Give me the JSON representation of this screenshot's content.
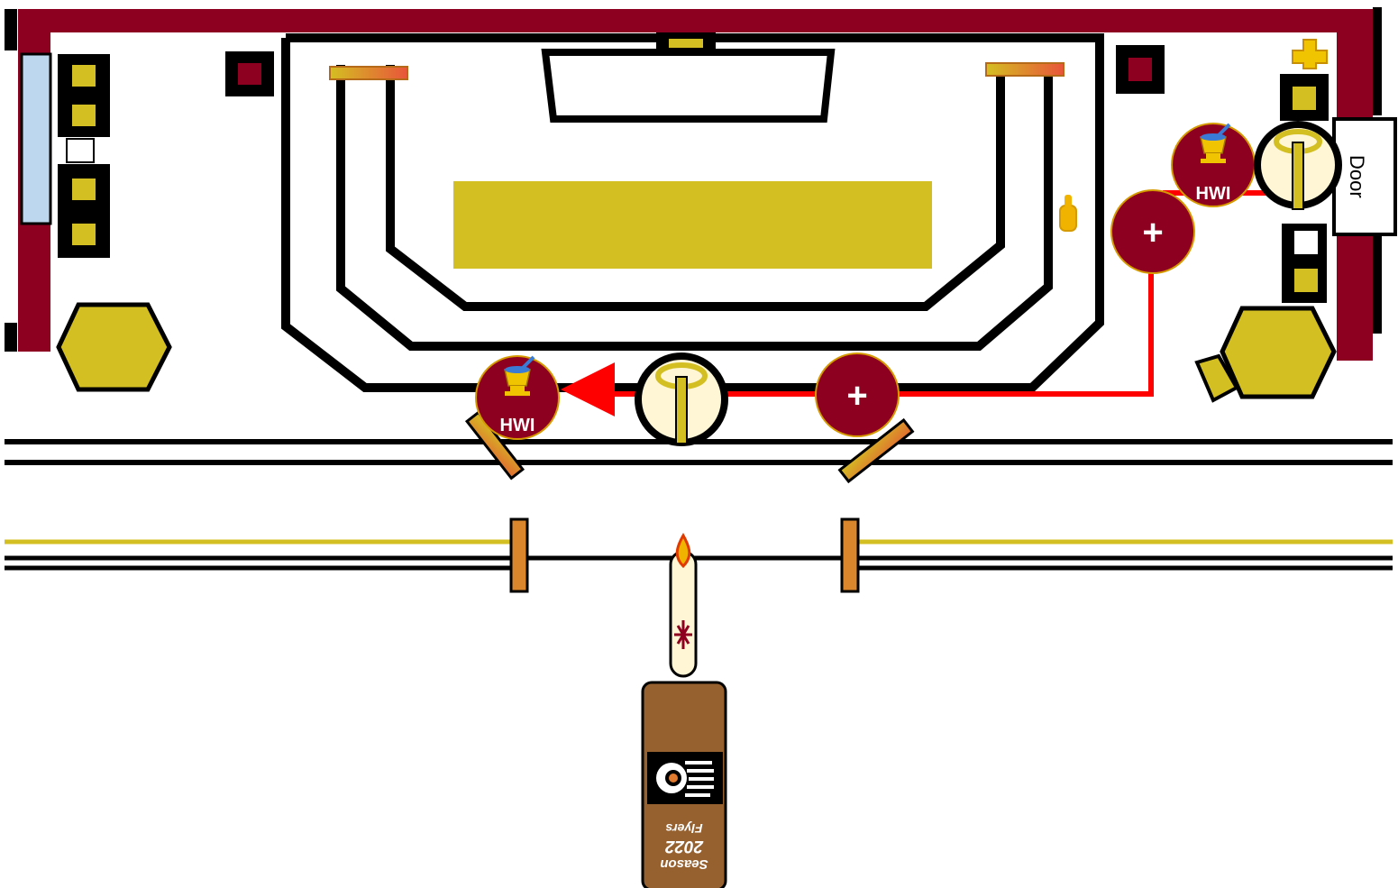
{
  "colors": {
    "wall": "#8e0020",
    "gold": "#d4bf22",
    "path": "#ff0000",
    "black": "#000000",
    "window": "#bdd7ee",
    "wood": "#96612f",
    "cream": "#fff6d5",
    "brass": "#d9962c"
  },
  "icons": {
    "holy_water": "bucket-aspergillum-icon",
    "cross_marker": "plus-circle-icon",
    "censer": "thurible-icon",
    "candle": "processional-candle-icon",
    "book": "book-of-gospels-icon",
    "logo": "flyers-logo-icon"
  },
  "labels": {
    "door": "Door",
    "hwi_left": "HWI",
    "hwi_right": "HWI",
    "plus_symbol": "+"
  },
  "book": {
    "line1": "Season",
    "line2": "2022",
    "line3": "Flyers"
  }
}
